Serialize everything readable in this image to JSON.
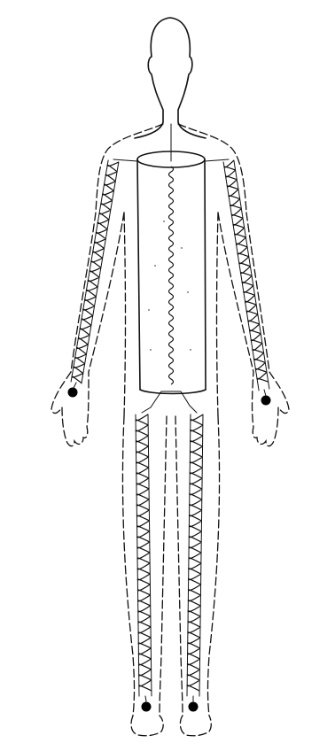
{
  "figure": {
    "colors": {
      "ink": "#111111",
      "background": "#ffffff",
      "electrode": "#000000"
    },
    "parts": [
      "head",
      "torso-cylinder",
      "left-arm-segment",
      "right-arm-segment",
      "left-leg-segment",
      "right-leg-segment",
      "electrode-dots"
    ]
  }
}
